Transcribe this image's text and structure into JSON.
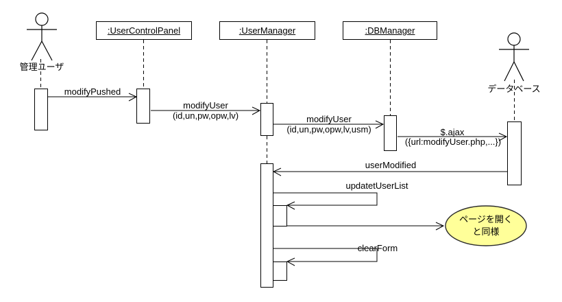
{
  "actors": {
    "admin": {
      "label": "管理ユーザ"
    },
    "database": {
      "label": "データベース"
    }
  },
  "objects": {
    "user_control_panel": {
      "label": ":UserControlPanel"
    },
    "user_manager": {
      "label": ":UserManager"
    },
    "db_manager": {
      "label": ":DBManager"
    }
  },
  "messages": {
    "modify_pushed": {
      "label": "modifyPushed"
    },
    "modify_user_1": {
      "label": "modifyUser",
      "args": "(id,un,pw,opw,lv)"
    },
    "modify_user_2": {
      "label": "modifyUser",
      "args": "(id,un,pw,opw,lv,usm)"
    },
    "ajax": {
      "label": "$.ajax",
      "args": "({url:modifyUser.php,...})"
    },
    "user_modified": {
      "label": "userModified"
    },
    "update_user_list": {
      "label": "updatetUserList"
    },
    "clear_form": {
      "label": "clearForm"
    }
  },
  "note": {
    "line1": "ページを開く",
    "line2": "と同様",
    "fill": "#FFFF99"
  },
  "colors": {
    "line": "#000000",
    "background": "#FFFFFF",
    "box_fill": "#FFFFFF"
  }
}
